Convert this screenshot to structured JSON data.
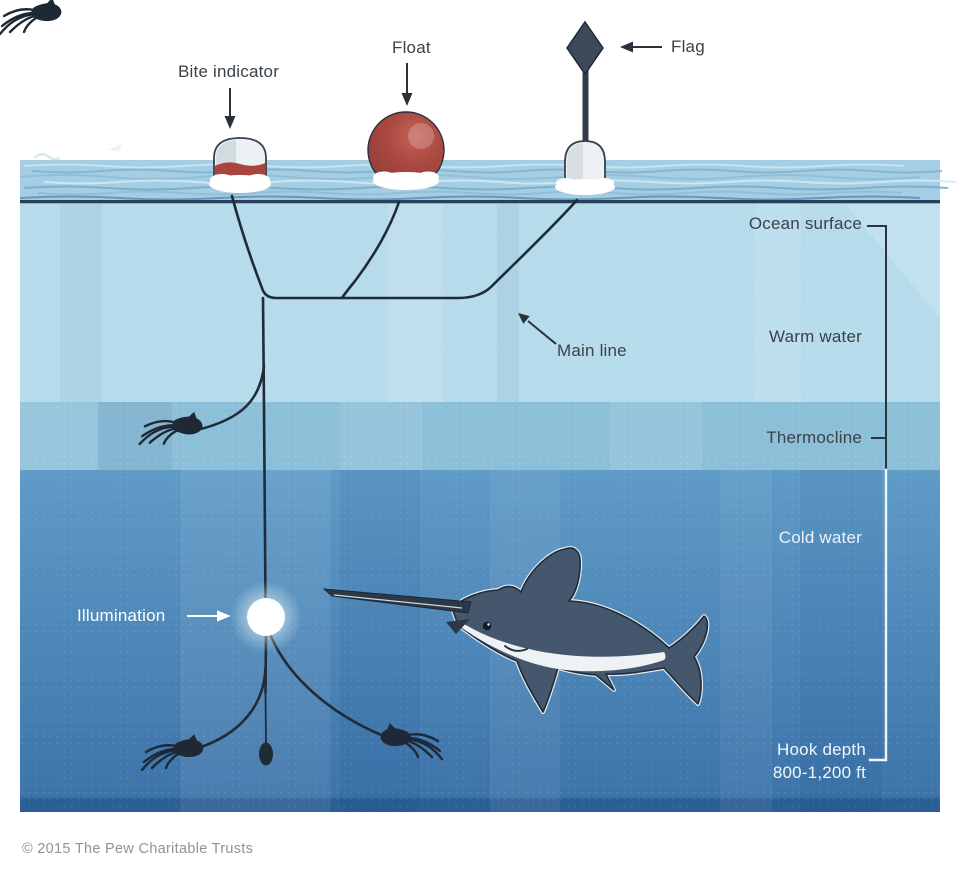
{
  "callouts": {
    "bite_indicator": "Bite indicator",
    "float": "Float",
    "flag": "Flag",
    "main_line": "Main line",
    "illumination": "Illumination"
  },
  "depth_scale": {
    "ocean_surface": "Ocean surface",
    "warm_water": "Warm water",
    "thermocline": "Thermocline",
    "cold_water": "Cold water",
    "hook_depth_label": "Hook depth",
    "hook_depth_range": "800-1,200 ft"
  },
  "footer": {
    "copyright": "© 2015 The Pew Charitable Trusts"
  },
  "icons": {
    "bite_indicator_buoy": "white cylinder buoy with red band",
    "float_buoy": "red ball float",
    "flag_buoy": "pole buoy with dark diamond flag",
    "squid_bait": "squid bait silhouette",
    "illumination_light": "glowing light stick",
    "weight": "sinker weight",
    "swordfish": "swordfish illustration",
    "depth_bracket": "depth range bracket"
  },
  "colors": {
    "float_red": "#a8453e",
    "surface_water": "#a5cee4",
    "warm_water": "#b6dbeb",
    "thermocline": "#8cbfd8",
    "cold_water_top": "#5f9bc7",
    "cold_water_bottom": "#3b72a9",
    "gear_line": "#202b38",
    "label_dark": "#3b4249",
    "label_light": "#ffffff",
    "copyright_gray": "#8d939b"
  }
}
